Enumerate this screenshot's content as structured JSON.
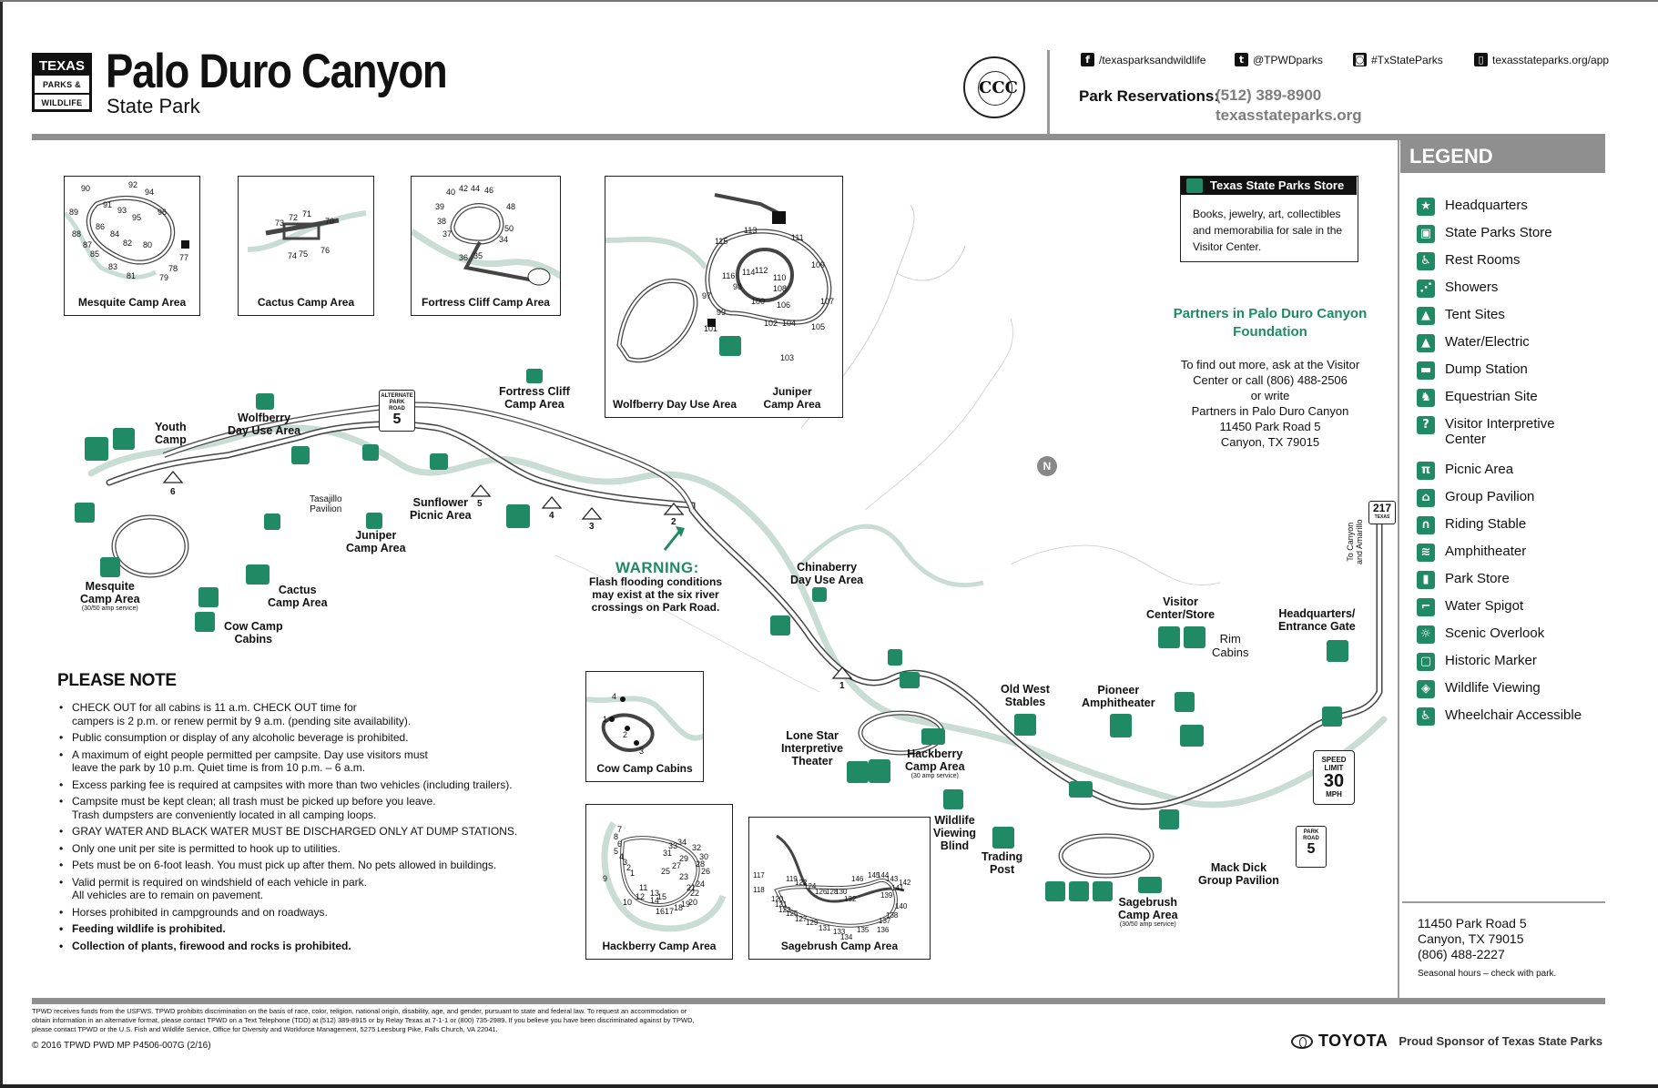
{
  "logo": {
    "line1": "TEXAS",
    "line2": "PARKS &",
    "line3": "WILDLIFE"
  },
  "header": {
    "title": "Palo Duro Canyon",
    "subtitle": "State Park",
    "seal_text": "CCC",
    "social": [
      {
        "icon": "facebook-icon",
        "glyph": "f",
        "label": "/texasparksandwildlife"
      },
      {
        "icon": "twitter-icon",
        "glyph": "t",
        "label": "@TPWDparks"
      },
      {
        "icon": "instagram-icon",
        "glyph": "◙",
        "label": "#TxStateParks"
      },
      {
        "icon": "phone-icon",
        "glyph": "▯",
        "label": "texasstateparks.org/app"
      }
    ],
    "reservations_label": "Park Reservations:",
    "reservations_phone": "(512) 389-8900",
    "reservations_site": "texasstateparks.org"
  },
  "legend": {
    "title": "LEGEND",
    "items": [
      {
        "label": "Headquarters",
        "icon": "headquarters-icon",
        "glyph": "★"
      },
      {
        "label": "State Parks Store",
        "icon": "store-icon",
        "glyph": "▣"
      },
      {
        "label": "Rest Rooms",
        "icon": "restroom-icon",
        "glyph": "♿"
      },
      {
        "label": "Showers",
        "icon": "shower-icon",
        "glyph": "⋰"
      },
      {
        "label": "Tent Sites",
        "icon": "tent-icon",
        "glyph": "▲"
      },
      {
        "label": "Water/Electric",
        "icon": "water-electric-icon",
        "glyph": "▲"
      },
      {
        "label": "Dump Station",
        "icon": "dump-station-icon",
        "glyph": "▬"
      },
      {
        "label": "Equestrian Site",
        "icon": "equestrian-icon",
        "glyph": "♞"
      },
      {
        "label": "Visitor Interpretive Center",
        "icon": "visitor-center-icon",
        "glyph": "?"
      },
      {
        "label": "Picnic Area",
        "icon": "picnic-icon",
        "glyph": "π"
      },
      {
        "label": "Group Pavilion",
        "icon": "pavilion-icon",
        "glyph": "⌂"
      },
      {
        "label": "Riding Stable",
        "icon": "stable-icon",
        "glyph": "∩"
      },
      {
        "label": "Amphitheater",
        "icon": "amphitheater-icon",
        "glyph": "≋"
      },
      {
        "label": "Park Store",
        "icon": "park-store-icon",
        "glyph": "▮"
      },
      {
        "label": "Water Spigot",
        "icon": "water-spigot-icon",
        "glyph": "⌐"
      },
      {
        "label": "Scenic Overlook",
        "icon": "scenic-overlook-icon",
        "glyph": "☼"
      },
      {
        "label": "Historic Marker",
        "icon": "historic-marker-icon",
        "glyph": "▢"
      },
      {
        "label": "Wildlife Viewing",
        "icon": "wildlife-viewing-icon",
        "glyph": "◈"
      },
      {
        "label": "Wheelchair Accessible",
        "icon": "wheelchair-icon",
        "glyph": "♿"
      }
    ],
    "address_line1": "11450 Park Road 5",
    "address_line2": "Canyon, TX  79015",
    "address_line3": "(806) 488-2227",
    "seasonal_note": "Seasonal hours – check with park."
  },
  "store_box": {
    "title": "Texas State Parks Store",
    "description": "Books, jewelry, art, collectibles and memorabilia for sale in the Visitor Center."
  },
  "partners": {
    "title_line1": "Partners in Palo Duro Canyon",
    "title_line2": "Foundation",
    "lines": [
      "To find out more, ask at the Visitor",
      "Center or call (806) 488-2506",
      "or write",
      "Partners in Palo Duro Canyon",
      "11450 Park Road 5",
      "Canyon, TX  79015"
    ]
  },
  "please_note": {
    "title": "PLEASE NOTE",
    "items": [
      {
        "lines": [
          "CHECK OUT for all cabins is 11 a.m.  CHECK OUT time for",
          "campers is 2 p.m. or renew permit by 9 a.m. (pending site availability)."
        ],
        "bold": false
      },
      {
        "lines": [
          "Public consumption or display of any alcoholic beverage is prohibited."
        ],
        "bold": false
      },
      {
        "lines": [
          "A maximum of eight people permitted per campsite.  Day use visitors must",
          "leave the park by 10 p.m.  Quiet time is from 10 p.m. – 6 a.m."
        ],
        "bold": false
      },
      {
        "lines": [
          "Excess parking fee is required at campsites with more than two vehicles (including trailers)."
        ],
        "bold": false
      },
      {
        "lines": [
          "Campsite must be kept clean; all trash must be picked up before you leave.",
          "Trash dumpsters are conveniently located in all camping loops."
        ],
        "bold": false
      },
      {
        "lines": [
          "GRAY WATER AND BLACK WATER MUST BE DISCHARGED ONLY AT DUMP STATIONS."
        ],
        "bold": false
      },
      {
        "lines": [
          "Only one unit per site is permitted to hook up to utilities."
        ],
        "bold": false
      },
      {
        "lines": [
          "Pets must be on 6-foot leash.  You must pick up after them.  No pets allowed in buildings."
        ],
        "bold": false
      },
      {
        "lines": [
          "Valid permit is required on windshield of each vehicle in park.",
          "All vehicles are to remain on pavement."
        ],
        "bold": false
      },
      {
        "lines": [
          "Horses prohibited in campgrounds and on roadways."
        ],
        "bold": false
      },
      {
        "lines": [
          "Feeding wildlife is prohibited."
        ],
        "bold": true
      },
      {
        "lines": [
          "Collection of plants, firewood and rocks is prohibited."
        ],
        "bold": true
      }
    ]
  },
  "insets": {
    "mesquite": "Mesquite Camp Area",
    "cactus": "Cactus Camp Area",
    "fortress": "Fortress Cliff Camp Area",
    "wolfberry": "Wolfberry Day Use Area",
    "juniper_line1": "Juniper",
    "juniper_line2": "Camp Area",
    "cowcamp": "Cow Camp Cabins",
    "hackberry": "Hackberry Camp Area",
    "sagebrush": "Sagebrush Camp Area"
  },
  "site_numbers": {
    "mesquite": [
      "90",
      "92",
      "94",
      "89",
      "91",
      "93",
      "96",
      "95",
      "88",
      "86",
      "84",
      "87",
      "82",
      "80",
      "85",
      "77",
      "83",
      "81",
      "79",
      "78"
    ],
    "cactus": [
      "73",
      "72",
      "71",
      "70",
      "74",
      "75",
      "76"
    ],
    "fortress": [
      "40",
      "42",
      "44",
      "46",
      "39",
      "48",
      "38",
      "50",
      "37",
      "34",
      "36",
      "35"
    ],
    "wolfberry": [
      "113",
      "111",
      "115",
      "109",
      "116",
      "114",
      "112",
      "110",
      "98",
      "108",
      "97",
      "107",
      "100",
      "106",
      "99",
      "102",
      "104",
      "105",
      "101",
      "103"
    ],
    "cowcamp": [
      "4",
      "1",
      "2",
      "3"
    ],
    "hackberry": [
      "7",
      "8",
      "6",
      "5",
      "4",
      "3",
      "2",
      "1",
      "9",
      "34",
      "33",
      "32",
      "31",
      "30",
      "29",
      "28",
      "27",
      "26",
      "25",
      "24",
      "23",
      "22",
      "21",
      "20",
      "10",
      "11",
      "12",
      "13",
      "14",
      "15",
      "16",
      "17",
      "18",
      "19"
    ],
    "sagebrush": [
      "117",
      "118",
      "119",
      "120",
      "121",
      "122",
      "123",
      "124",
      "125",
      "126",
      "127",
      "128",
      "129",
      "130",
      "131",
      "132",
      "133",
      "134",
      "135",
      "136",
      "137",
      "138",
      "139",
      "140",
      "141",
      "142",
      "143",
      "144",
      "145",
      "146"
    ]
  },
  "map_labels": {
    "youth_camp": [
      "Youth",
      "Camp"
    ],
    "wolfberry": [
      "Wolfberry",
      "Day Use Area"
    ],
    "alt_road": [
      "ALTERNATE",
      "PARK",
      "ROAD",
      "5"
    ],
    "fortress_cliff": [
      "Fortress Cliff",
      "Camp Area"
    ],
    "tasajillo": [
      "Tasajillo",
      "Pavilion"
    ],
    "sunflower": [
      "Sunflower",
      "Picnic Area"
    ],
    "juniper": [
      "Juniper",
      "Camp Area"
    ],
    "mesquite": [
      "Mesquite",
      "Camp Area",
      "(30/50 amp service)"
    ],
    "cactus": [
      "Cactus",
      "Camp Area"
    ],
    "cow_camp": [
      "Cow Camp",
      "Cabins"
    ],
    "chinaberry": [
      "Chinaberry",
      "Day Use Area"
    ],
    "lone_star": [
      "Lone Star",
      "Interpretive",
      "Theater"
    ],
    "hackberry": [
      "Hackberry",
      "Camp Area",
      "(30 amp service)"
    ],
    "wildlife_blind": [
      "Wildlife",
      "Viewing",
      "Blind"
    ],
    "trading_post": [
      "Trading",
      "Post"
    ],
    "old_west": [
      "Old West",
      "Stables"
    ],
    "pioneer": [
      "Pioneer",
      "Amphitheater"
    ],
    "visitor_center": [
      "Visitor",
      "Center/Store"
    ],
    "rim_cabins": [
      "Rim",
      "Cabins"
    ],
    "headquarters": [
      "Headquarters/",
      "Entrance Gate"
    ],
    "mack_dick": [
      "Mack Dick",
      "Group Pavilion"
    ],
    "sagebrush": [
      "Sagebrush",
      "Camp Area",
      "(30/50 amp service)"
    ],
    "to_canyon": [
      "To Canyon",
      "and Amarillo"
    ],
    "north": "N",
    "crossings": [
      "6",
      "5",
      "4",
      "3",
      "2",
      "1"
    ]
  },
  "warning": {
    "title": "WARNING:",
    "text": [
      "Flash flooding conditions",
      "may exist at the six river",
      "crossings on Park Road."
    ]
  },
  "speed_limit": {
    "line1": "SPEED",
    "line2": "LIMIT",
    "value": "30",
    "unit": "MPH"
  },
  "park_road_sign": {
    "line1": "PARK",
    "line2": "ROAD",
    "value": "5"
  },
  "hwy_sign": {
    "value": "217",
    "state": "TEXAS"
  },
  "footer": {
    "fine_print": "TPWD receives funds from the USFWS. TPWD prohibits discrimination on the basis of race, color, religion, national origin, disability, age, and gender, pursuant to state and federal law. To request an accommodation or obtain information in an alternative format, please contact TPWD on a Text Telephone (TDD) at (512) 389-8915 or by Relay Texas at 7-1-1 or (800) 735-2989. If you believe you have been discriminated against by TPWD, please contact TPWD or the U.S. Fish and Wildlife Service, Office for Diversity and Workforce Management, 5275 Leesburg Pike, Falls Church, VA 22041.",
    "copyright": "© 2016 TPWD   PWD MP P4506-007G (2/16)",
    "sponsor_name": "TOYOTA",
    "sponsor_text": "Proud Sponsor of Texas State Parks"
  },
  "colors": {
    "accent_green": "#1f8a64",
    "river_green": "#c9ddd5",
    "gray_bar": "#8f8f8f",
    "text": "#111111"
  }
}
